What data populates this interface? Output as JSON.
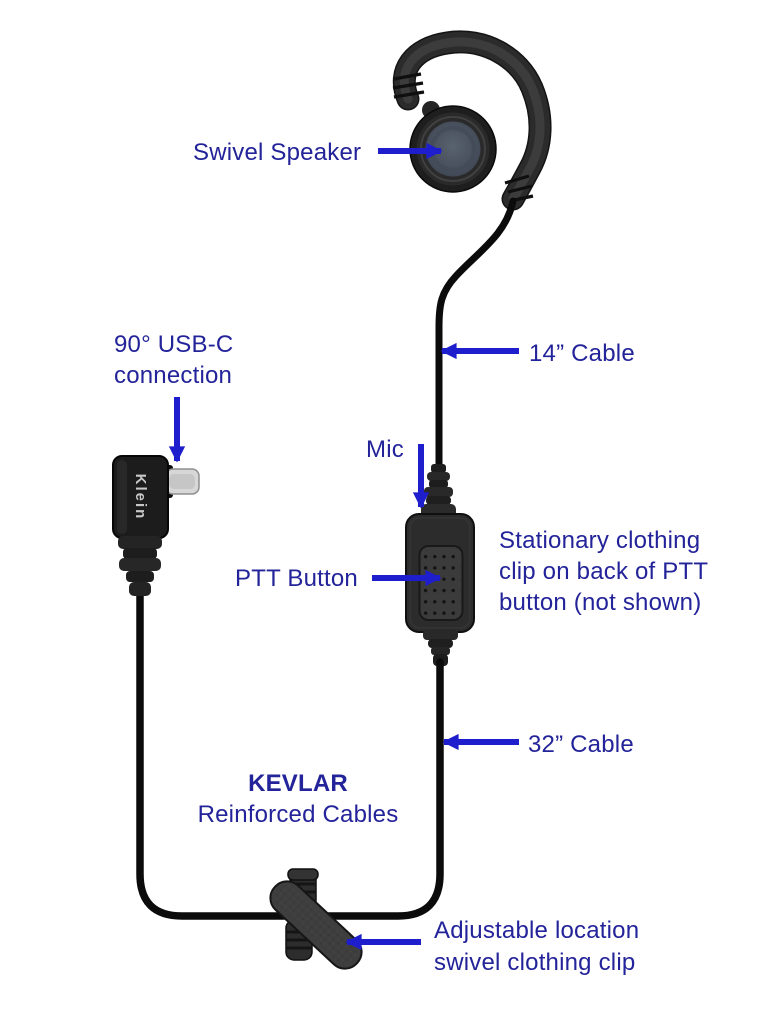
{
  "colors": {
    "label_text": "#23239a",
    "arrow_blue": "#1f1ecc",
    "device_black": "#262626",
    "speaker_mesh": "#4a5260",
    "usb_plug_silver": "#d7d7d7"
  },
  "annotations": {
    "swivel_speaker": {
      "label": "Swivel Speaker"
    },
    "usb_connection": {
      "line1": "90° USB-C",
      "line2": "connection"
    },
    "cable_14": {
      "label": "14” Cable"
    },
    "mic": {
      "label": "Mic"
    },
    "ptt_button": {
      "label": "PTT Button"
    },
    "stationary_clip": {
      "line1": "Stationary clothing",
      "line2": "clip on back of PTT",
      "line3": "button (not shown)"
    },
    "cable_32": {
      "label": "32” Cable"
    },
    "kevlar": {
      "line1": "KEVLAR",
      "line2": "Reinforced Cables"
    },
    "swivel_clip": {
      "line1": "Adjustable location",
      "line2": "swivel clothing clip"
    }
  },
  "device": {
    "connector_brand": "Klein"
  }
}
